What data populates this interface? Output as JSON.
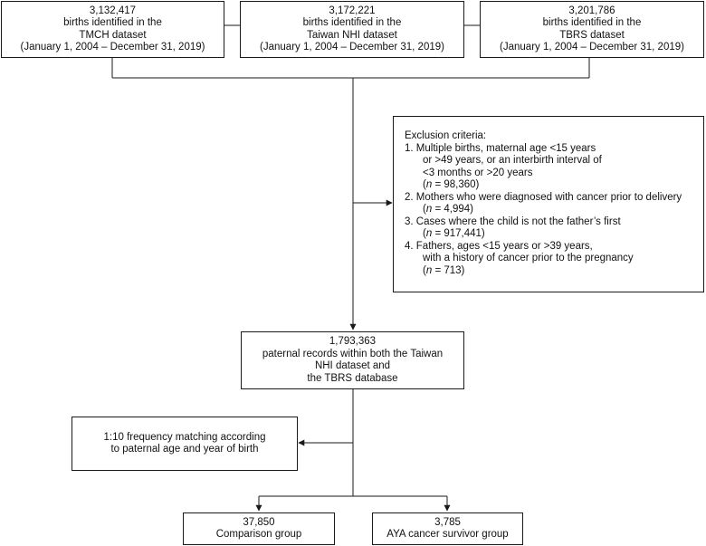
{
  "sources": [
    {
      "count": "3,132,417",
      "line1": "births identified in the",
      "dataset": "TMCH dataset",
      "period": "(January 1, 2004 – December 31, 2019)"
    },
    {
      "count": "3,172,221",
      "line1": "births identified in the",
      "dataset": "Taiwan NHI dataset",
      "period": "(January 1, 2004 – December 31, 2019)"
    },
    {
      "count": "3,201,786",
      "line1": "births identified in the",
      "dataset": "TBRS dataset",
      "period": "(January 1, 2004 – December 31, 2019)"
    }
  ],
  "exclusion": {
    "title": "Exclusion criteria:",
    "c1_l1": "1. Multiple births, maternal age <15 years",
    "c1_l2": "or >49 years, or an interbirth interval of",
    "c1_l3": "<3 months or >20 years",
    "c1_n": "= 98,360)",
    "c2_l1": "2. Mothers who were diagnosed with cancer prior to delivery",
    "c2_n": "= 4,994)",
    "c3_l1": "3. Cases where the child is not the father’s first",
    "c3_n": "= 917,441)",
    "c4_l1": "4. Fathers, ages <15 years or >39 years,",
    "c4_l2": "with a history of cancer prior to the pregnancy",
    "c4_n": "= 713)",
    "n_open": "(",
    "n_letter": "n"
  },
  "paternal": {
    "count": "1,793,363",
    "l1": "paternal records within both the Taiwan",
    "l2": "NHI dataset and",
    "l3": "the TBRS database"
  },
  "matching": {
    "l1": "1:10 frequency matching according",
    "l2": "to paternal age and year of birth"
  },
  "comparison": {
    "count": "37,850",
    "label": "Comparison group"
  },
  "survivor": {
    "count": "3,785",
    "label": "AYA cancer survivor group"
  }
}
